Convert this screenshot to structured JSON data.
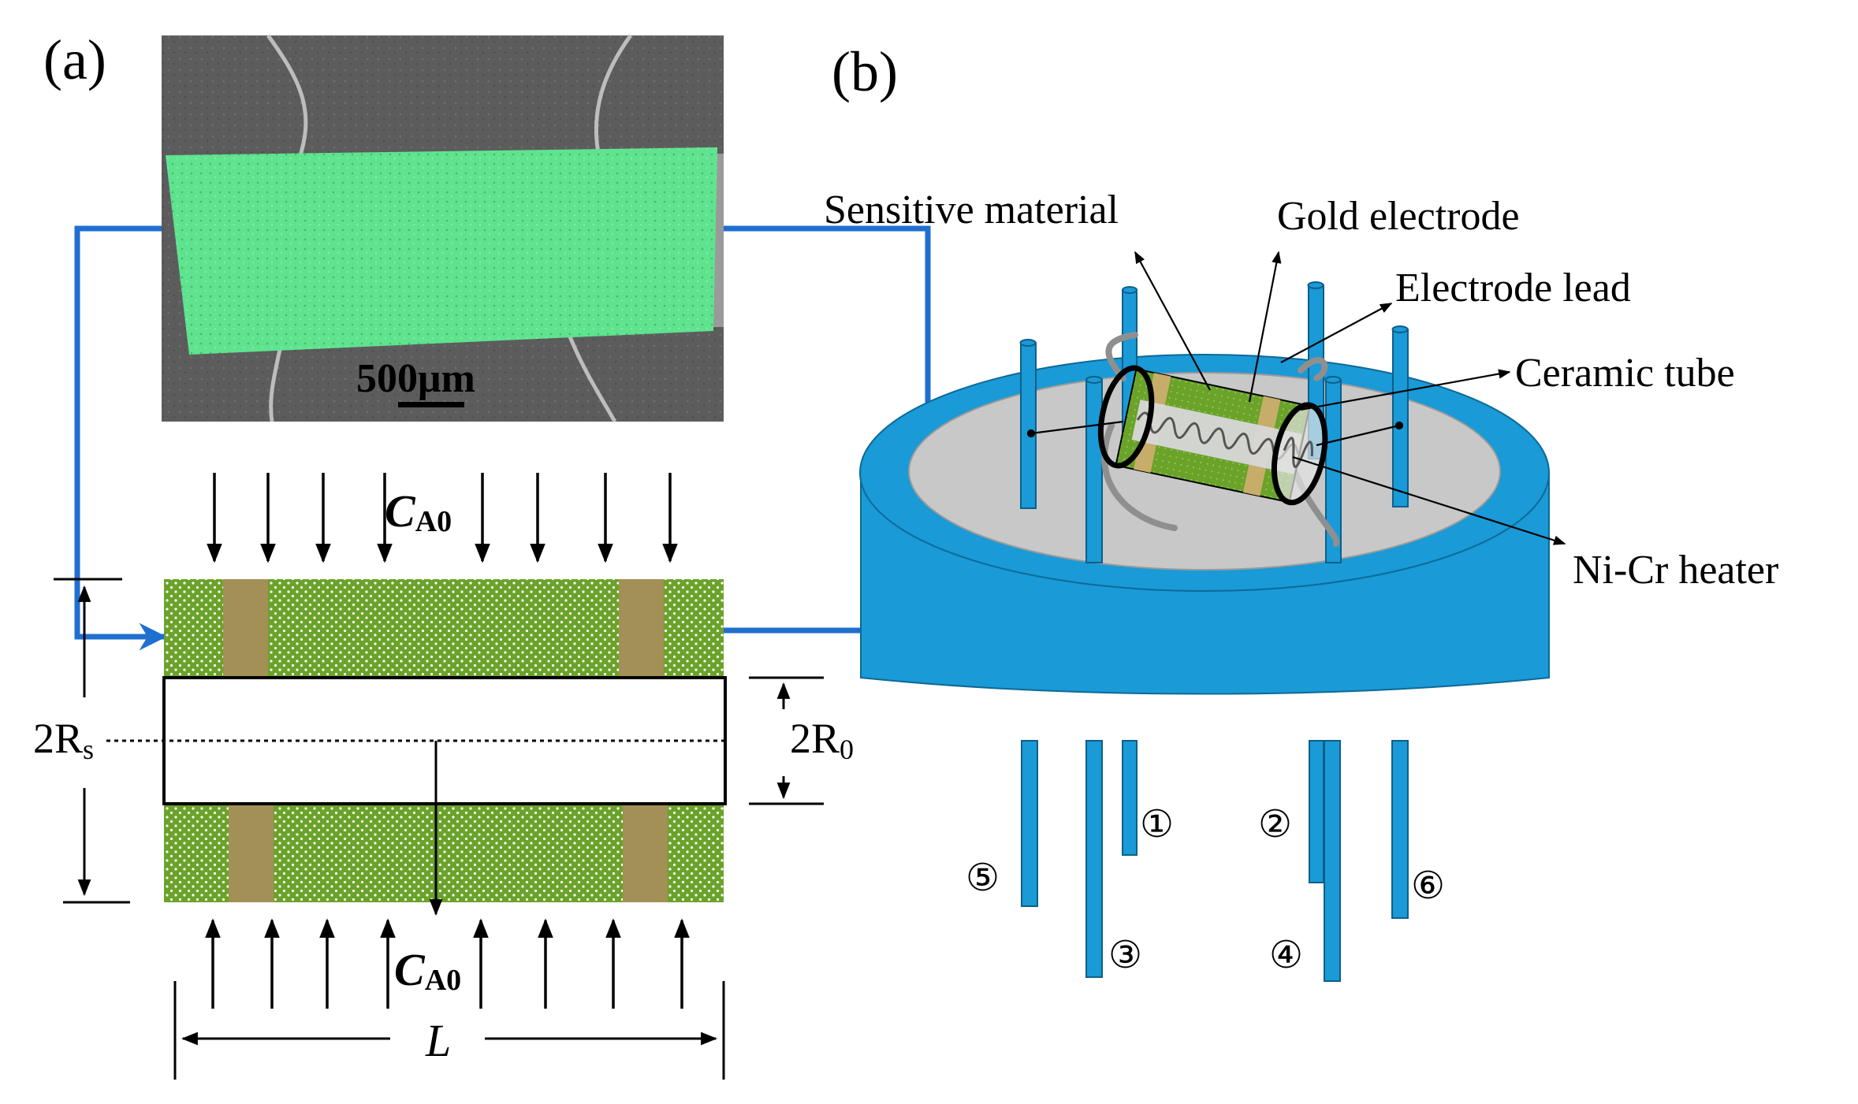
{
  "panel_a": {
    "label": "(a)",
    "scale_bar": "500μm",
    "conc_top": {
      "main": "C",
      "sub": "A0"
    },
    "conc_bottom": {
      "main": "C",
      "sub": "A0"
    },
    "dim_outer": {
      "main": "2R",
      "sub": "s"
    },
    "dim_inner": {
      "main": "2R",
      "sub": "0"
    },
    "dim_length": "L"
  },
  "panel_b": {
    "label": "(b)",
    "labels": {
      "sensitive_material": "Sensitive material",
      "gold_electrode": "Gold electrode",
      "electrode_lead": "Electrode lead",
      "ceramic_tube": "Ceramic tube",
      "heater": "Ni-Cr heater"
    },
    "pins": [
      "①",
      "②",
      "③",
      "④",
      "⑤",
      "⑥"
    ]
  },
  "colors": {
    "arrow_blue": "#1f6fd0",
    "base_blue": "#1a9ad6",
    "film_green": "#6aa22a",
    "sem_green": "#5fe38f",
    "electrode_tan": "#a39056",
    "plate_gray": "#c8c8c8"
  }
}
